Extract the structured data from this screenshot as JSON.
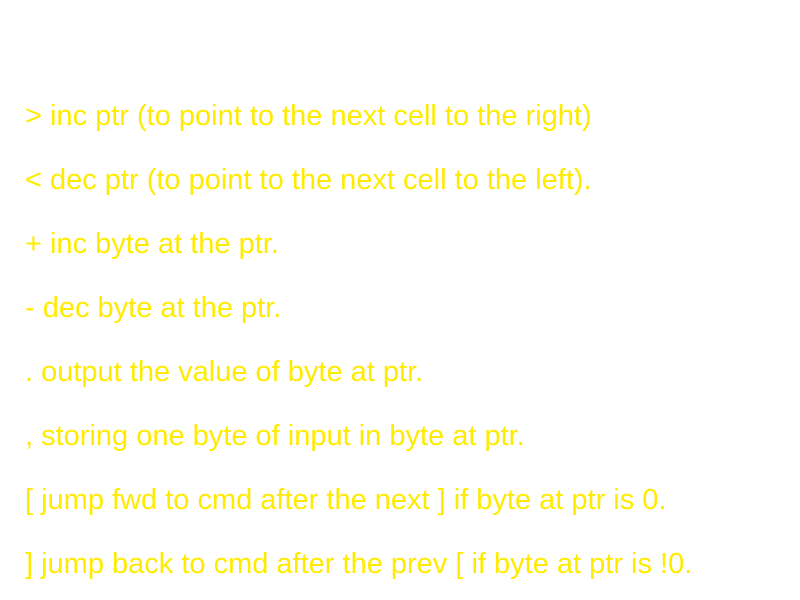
{
  "text_color": "#ffeb00",
  "background_color": "#ffffff",
  "lines": [
    "> inc ptr (to point to the next cell to the right)",
    "< dec ptr (to point to the next cell to the left).",
    "+ inc byte at the ptr.",
    "- dec byte at the ptr.",
    ". output the value of byte at ptr.",
    ", storing one byte of input in byte at ptr.",
    "[ jump fwd to cmd after the next ] if byte at ptr is 0.",
    "] jump back to cmd after the prev [ if byte at ptr is !0."
  ]
}
